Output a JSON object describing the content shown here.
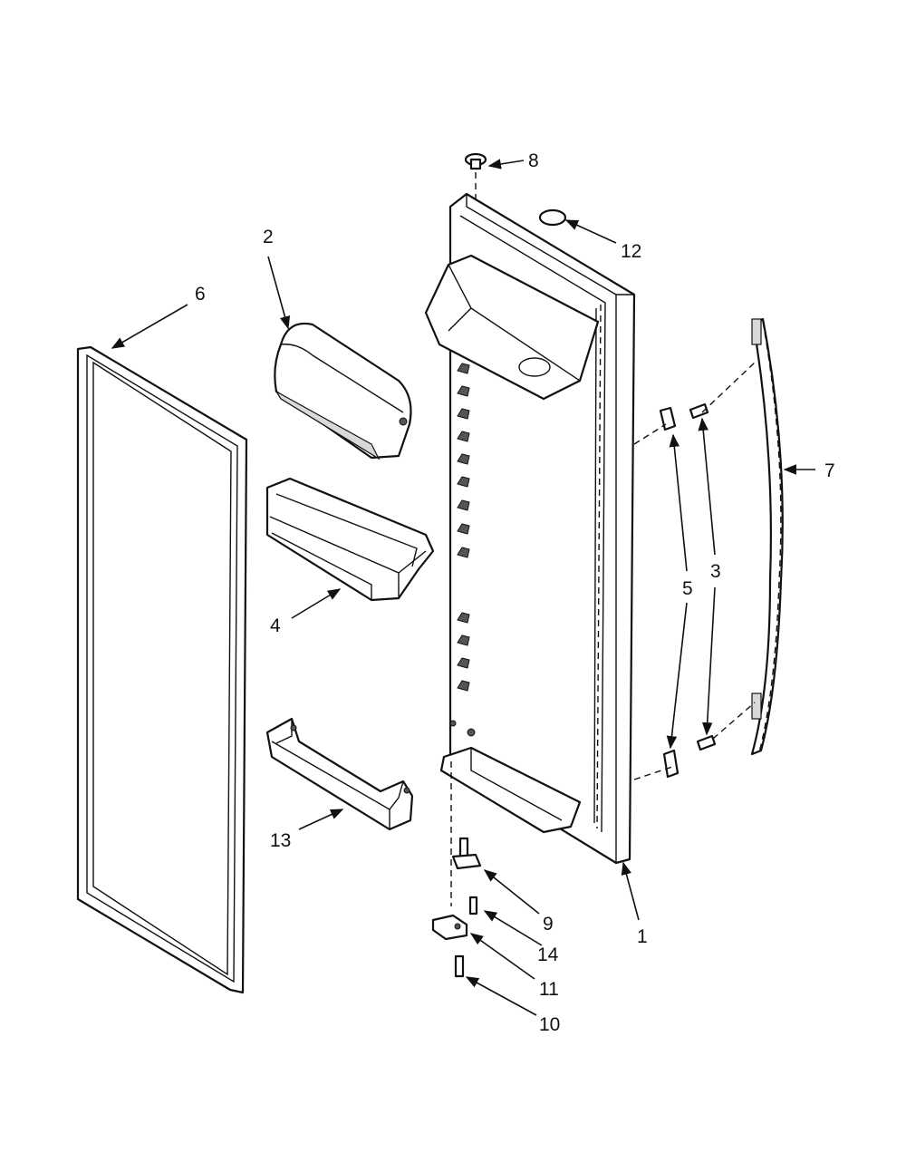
{
  "colors": {
    "line": "#111111",
    "background": "#ffffff",
    "shading": "#d9d9d9"
  },
  "callouts": [
    {
      "id": "c1",
      "label": "1"
    },
    {
      "id": "c2",
      "label": "2"
    },
    {
      "id": "c3",
      "label": "3"
    },
    {
      "id": "c4",
      "label": "4"
    },
    {
      "id": "c5",
      "label": "5"
    },
    {
      "id": "c6",
      "label": "6"
    },
    {
      "id": "c7",
      "label": "7"
    },
    {
      "id": "c8",
      "label": "8"
    },
    {
      "id": "c9",
      "label": "9"
    },
    {
      "id": "c10",
      "label": "10"
    },
    {
      "id": "c11",
      "label": "11"
    },
    {
      "id": "c12",
      "label": "12"
    },
    {
      "id": "c13",
      "label": "13"
    },
    {
      "id": "c14",
      "label": "14"
    }
  ]
}
